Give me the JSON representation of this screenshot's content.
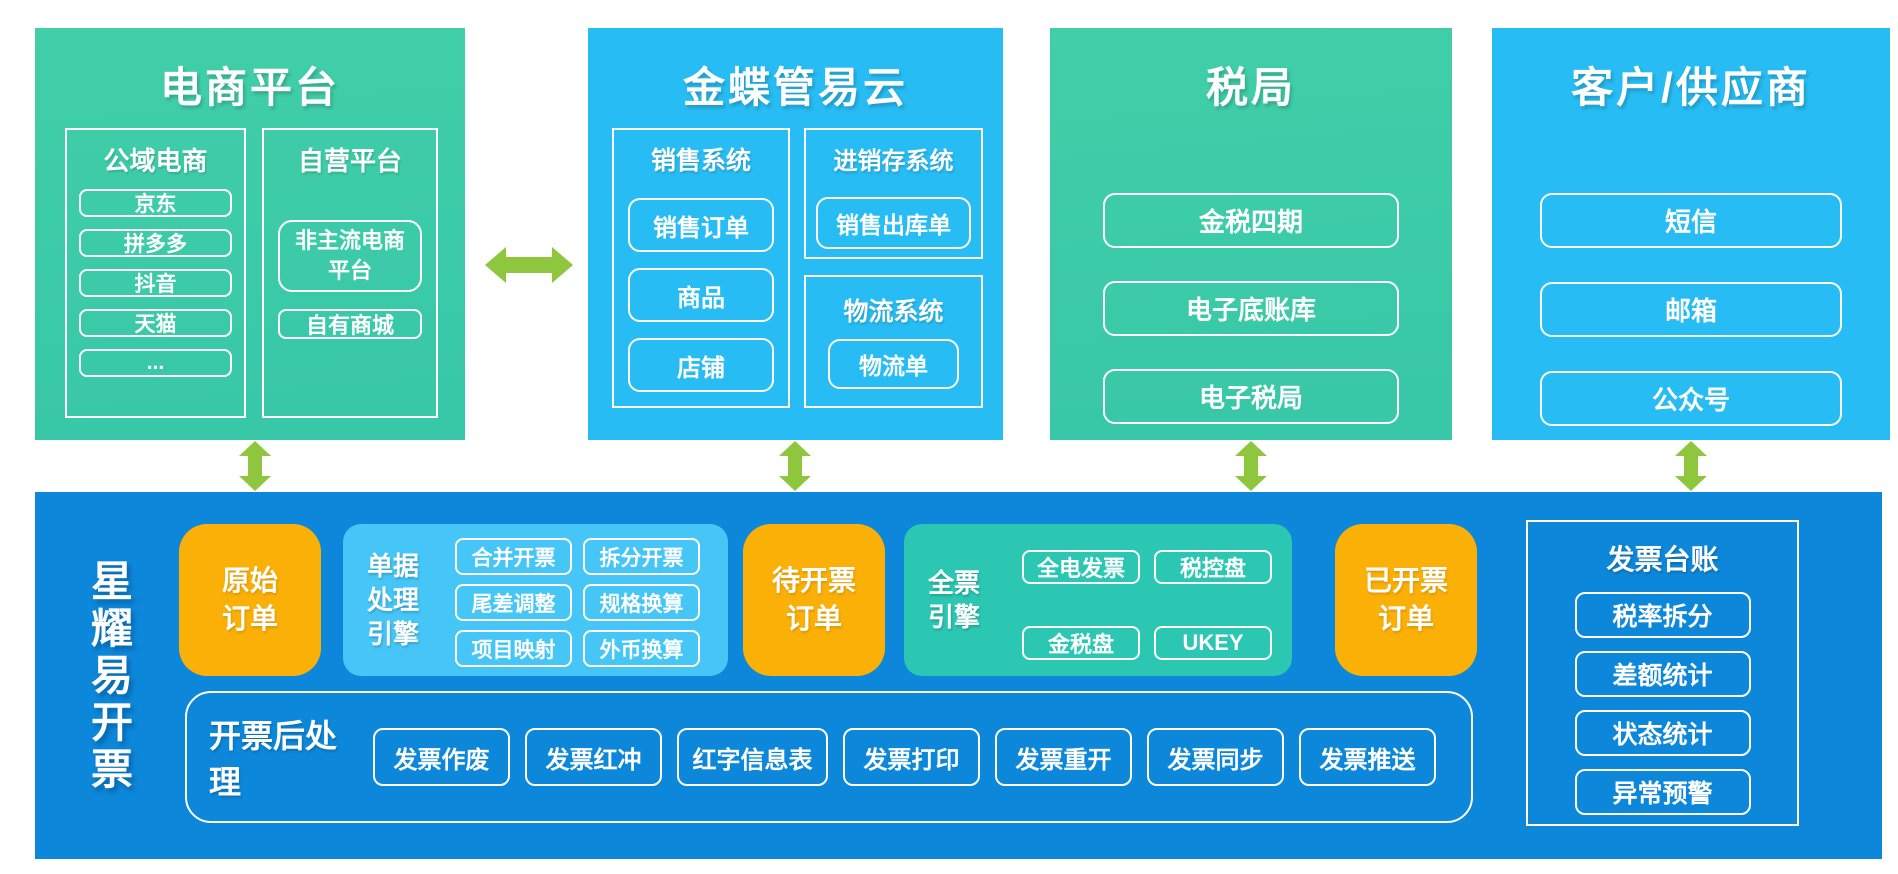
{
  "colors": {
    "teal": "#3CCBA7",
    "blue": "#27BCF3",
    "deep_blue": "#0D87D9",
    "light_blue_panel": "#45C6F7",
    "teal_panel": "#2BC7B3",
    "orange": "#FBB008",
    "arrow_green": "#8EC63D"
  },
  "top_boxes": [
    {
      "title": "电商平台",
      "sub_boxes": [
        {
          "title": "公域电商",
          "items": [
            "京东",
            "拼多多",
            "抖音",
            "天猫",
            "..."
          ]
        },
        {
          "title": "自营平台",
          "items": [
            "非主流电商平台",
            "自有商城"
          ]
        }
      ]
    },
    {
      "title": "金蝶管易云",
      "sub_boxes": [
        {
          "title": "销售系统",
          "items": [
            "销售订单",
            "商品",
            "店铺"
          ]
        },
        {
          "title": "进销存系统",
          "items": [
            "销售出库单"
          ]
        },
        {
          "title": "物流系统",
          "items": [
            "物流单"
          ]
        }
      ]
    },
    {
      "title": "税局",
      "items": [
        "金税四期",
        "电子底账库",
        "电子税局"
      ]
    },
    {
      "title": "客户/供应商",
      "items": [
        "短信",
        "邮箱",
        "公众号"
      ]
    }
  ],
  "bottom": {
    "title": "星耀易开票",
    "original_order": {
      "l1": "原始",
      "l2": "订单"
    },
    "doc_engine": {
      "l1": "单据",
      "l2": "处理",
      "l3": "引擎",
      "items": [
        "合并开票",
        "拆分开票",
        "尾差调整",
        "规格换算",
        "项目映射",
        "外币换算"
      ]
    },
    "pending_order": {
      "l1": "待开票",
      "l2": "订单"
    },
    "ticket_engine": {
      "l1": "全票",
      "l2": "引擎",
      "items": [
        "全电发票",
        "税控盘",
        "金税盘",
        "UKEY"
      ]
    },
    "invoiced_order": {
      "l1": "已开票",
      "l2": "订单"
    },
    "ledger": {
      "title": "发票台账",
      "items": [
        "税率拆分",
        "差额统计",
        "状态统计",
        "异常预警"
      ]
    },
    "post_processing": {
      "label": "开票后处理",
      "items": [
        "发票作废",
        "发票红冲",
        "红字信息表",
        "发票打印",
        "发票重开",
        "发票同步",
        "发票推送"
      ]
    }
  }
}
